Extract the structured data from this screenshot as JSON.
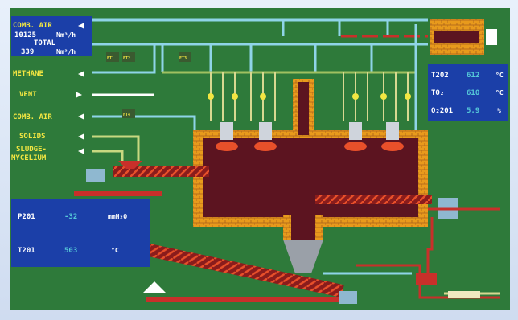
{
  "left_panel": {
    "comb_air_label": "COMB. AIR",
    "flow_value": "10125",
    "flow_unit": "Nm³/h",
    "total_label": "TOTAL",
    "total_value": "339",
    "total_unit": "Nm³/h",
    "methane_label": "METHANE",
    "vent_label": "VENT",
    "comb_air2_label": "COMB. AIR",
    "solids_label": "SOLIDS",
    "sludge_label": "SLUDGE-",
    "mycelium_label": "MYCELIUM"
  },
  "right_panel": {
    "t202_label": "T202",
    "t202_value": "612",
    "t202_unit": "°C",
    "to_label": "TO₂",
    "to_value": "610",
    "to_unit": "°C",
    "o2_label": "O₂201",
    "o2_value": "5.9",
    "o2_unit": "%"
  },
  "bottom_panel": {
    "p201_label": "P201",
    "p201_value": "-32",
    "p201_unit": "mmH₂O",
    "t201_label": "T201",
    "t201_value": "503",
    "t201_unit": "°C"
  },
  "small_tags": [
    "FT1",
    "FT2",
    "FT3",
    "FT4"
  ],
  "colors": {
    "background": "#2e7a3a",
    "panel_blue": "#1b3fa8",
    "label_yellow": "#f2e642",
    "value_cyan": "#55c8d8",
    "furnace_interior": "#5c1420",
    "brick": "#e89a1c",
    "pipe_cyan": "#8fd4e8",
    "pipe_red": "#c8302a"
  }
}
